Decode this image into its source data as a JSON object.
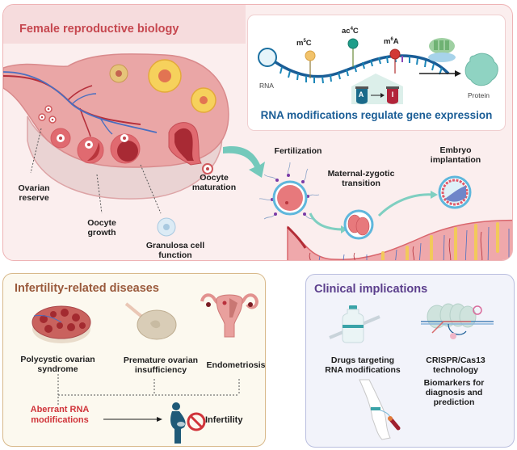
{
  "panels": {
    "reproductive": {
      "title": "Female reproductive biology",
      "labels": {
        "ovarian_reserve": [
          "Ovarian",
          "reserve"
        ],
        "oocyte_growth": [
          "Oocyte",
          "growth"
        ],
        "granulosa": [
          "Granulosa cell",
          "function"
        ],
        "oocyte_maturation": [
          "Oocyte",
          "maturation"
        ],
        "fertilization": "Fertilization",
        "mzt": [
          "Maternal-zygotic",
          "transition"
        ],
        "implantation": [
          "Embryo",
          "implantation"
        ]
      },
      "rna_box": {
        "rna_label": "RNA",
        "modifications": [
          {
            "name": "m5C",
            "base": "m",
            "sup": "5",
            "tail": "C",
            "color": "#f2c36b"
          },
          {
            "name": "ac4C",
            "base": "ac",
            "sup": "4",
            "tail": "C",
            "color": "#1f9e8a"
          },
          {
            "name": "m6A",
            "base": "m",
            "sup": "6",
            "tail": "A",
            "color": "#d23a35"
          }
        ],
        "editing": {
          "from": "A",
          "to": "I"
        },
        "protein_label": "Protein",
        "caption": "RNA modifications regulate gene expression"
      }
    },
    "infertility": {
      "title": "Infertility-related diseases",
      "diseases": [
        {
          "name": [
            "Polycystic ovarian",
            "syndrome"
          ]
        },
        {
          "name": [
            "Premature ovarian",
            "insufficiency"
          ]
        },
        {
          "name": [
            "Endometriosis"
          ]
        }
      ],
      "cause": [
        "Aberrant RNA",
        "modifications"
      ],
      "outcome": "Infertility"
    },
    "clinical": {
      "title": "Clinical implications",
      "items": [
        {
          "name": [
            "Drugs targeting",
            "RNA modifications"
          ]
        },
        {
          "name": [
            "CRISPR/Cas13",
            "technology"
          ]
        },
        {
          "name": [
            "Biomarkers for",
            "diagnosis and",
            "prediction"
          ]
        }
      ]
    }
  },
  "colors": {
    "top_title": "#c6474f",
    "caption_blue": "#1a5d96",
    "inf_title": "#9a5a3c",
    "clin_title": "#5b3e8c",
    "aberrant_red": "#d0343a",
    "teal_arrow": "#74c9bb"
  }
}
